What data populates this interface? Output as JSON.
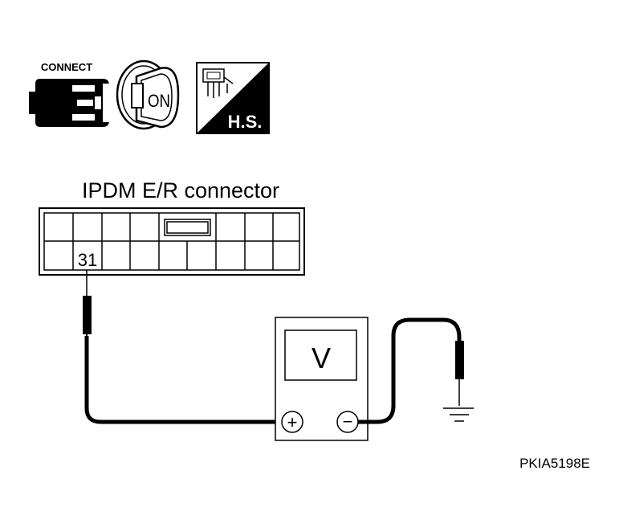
{
  "icons": {
    "connect": {
      "label": "CONNECT",
      "icon": "connector-plug-icon"
    },
    "ignition": {
      "label": "ON",
      "icon": "ignition-key-icon"
    },
    "harness": {
      "label": "H.S.",
      "icon": "harness-connector-icon"
    }
  },
  "connector": {
    "title": "IPDM E/R connector",
    "terminal": "31"
  },
  "meter": {
    "symbol": "V",
    "positive": "+",
    "negative": "−"
  },
  "figure_id": "PKIA5198E"
}
